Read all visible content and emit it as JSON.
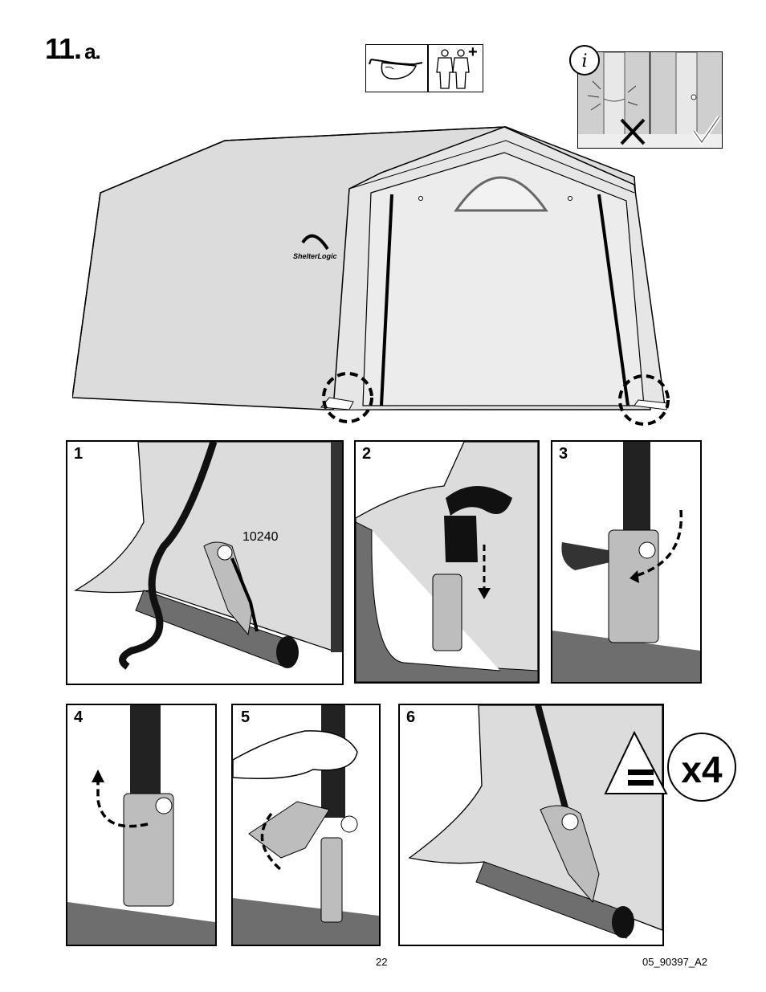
{
  "step": {
    "number": "11.",
    "sub": "a."
  },
  "ppe": {
    "icons": [
      "safety-glasses-icon",
      "two-people-icon"
    ],
    "plus": "+"
  },
  "info": {
    "icon": "info-icon",
    "wrong": "wrong-mark-icon",
    "right": "check-mark-icon"
  },
  "brand": {
    "logo_text": "ShelterLogic"
  },
  "panels": [
    {
      "number": "1",
      "part_label": "10240"
    },
    {
      "number": "2"
    },
    {
      "number": "3"
    },
    {
      "number": "4"
    },
    {
      "number": "5"
    },
    {
      "number": "6"
    }
  ],
  "repeat": {
    "label": "x4",
    "icon": "equal-triangle-icon"
  },
  "footer": {
    "page": "22",
    "code": "05_90397_A2"
  },
  "colors": {
    "canvas": "#d9d9d9",
    "tube": "#6e6e6e",
    "strap": "#111111",
    "frame": "#ffffff"
  }
}
